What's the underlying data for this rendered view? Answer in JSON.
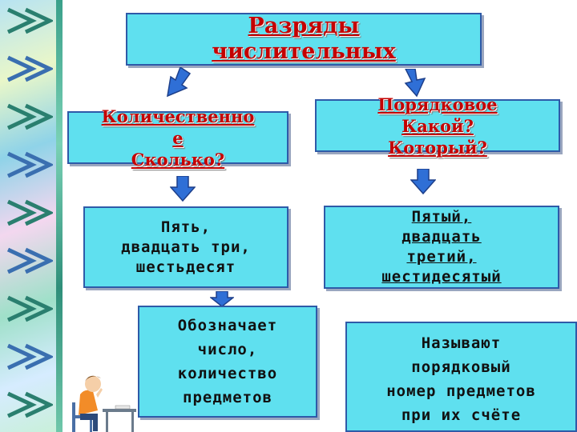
{
  "title": [
    "Разряды",
    "числительных"
  ],
  "quantitative": {
    "lines": [
      "Количественно",
      "е",
      "Сколько?"
    ]
  },
  "ordinal": {
    "lines": [
      "Порядковое",
      "Какой?",
      "Который?"
    ]
  },
  "quantitative_examples": [
    "Пять,",
    "двадцать три,",
    "шестьдесят"
  ],
  "ordinal_examples": [
    "Пятый,",
    "двадцать",
    "третий,",
    "шестидесятый"
  ],
  "quantitative_meaning": [
    "Обозначает",
    "число,",
    "количество",
    "предметов"
  ],
  "ordinal_meaning": [
    "Называют",
    "порядковый",
    "номер предметов",
    "при их счёте"
  ],
  "colors": {
    "box_fill": "#5fe0ef",
    "box_border": "#2e5aa8",
    "title_text": "#c40000",
    "arrow": "#2f6fd6"
  },
  "icons": [
    "decorative-border",
    "arrow-down-icon",
    "thinking-student-illustration"
  ]
}
